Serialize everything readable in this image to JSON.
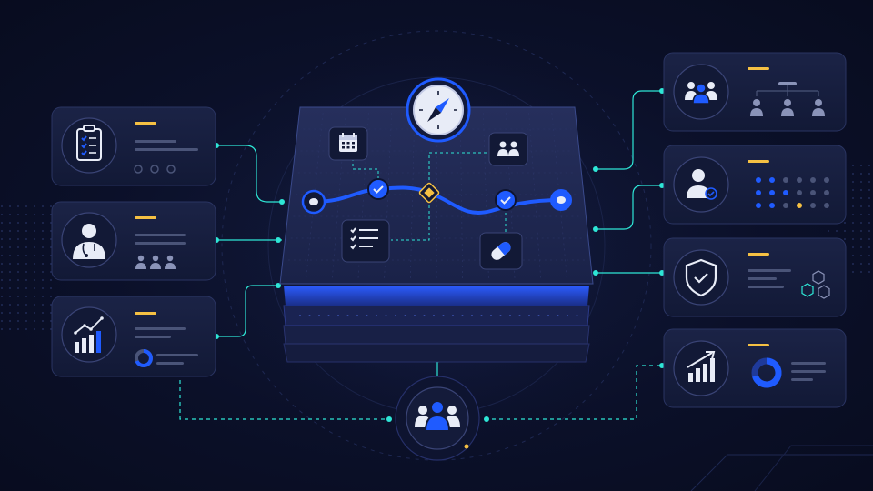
{
  "diagram": {
    "title": "",
    "left_cards": [
      {
        "id": "checklist",
        "icon": "clipboard-checklist-icon",
        "footer": "dots"
      },
      {
        "id": "doctor",
        "icon": "doctor-icon",
        "footer": "people"
      },
      {
        "id": "analytics",
        "icon": "growth-chart-icon",
        "footer": "donut"
      }
    ],
    "right_cards": [
      {
        "id": "team",
        "icon": "team-icon",
        "footer": "org-chart"
      },
      {
        "id": "verified-user",
        "icon": "verified-user-icon",
        "footer": "dot-grid"
      },
      {
        "id": "security",
        "icon": "shield-check-icon",
        "footer": "hexagons"
      },
      {
        "id": "growth",
        "icon": "growth-arrow-icon",
        "footer": "donut"
      }
    ],
    "platform_icons": [
      "compass-icon",
      "calendar-icon",
      "people-icon",
      "checklist-icon",
      "pill-icon",
      "diamond-milestone-icon"
    ],
    "hub_icon": "group-users-icon"
  },
  "colors": {
    "background": "#0a0f24",
    "card": "#161d3a",
    "card_border": "#2a3462",
    "accent_blue": "#1f5bff",
    "accent_cyan": "#2ee6d6",
    "accent_yellow": "#f5c043",
    "icon_light": "#e8ecf7",
    "muted": "#4a5478"
  }
}
